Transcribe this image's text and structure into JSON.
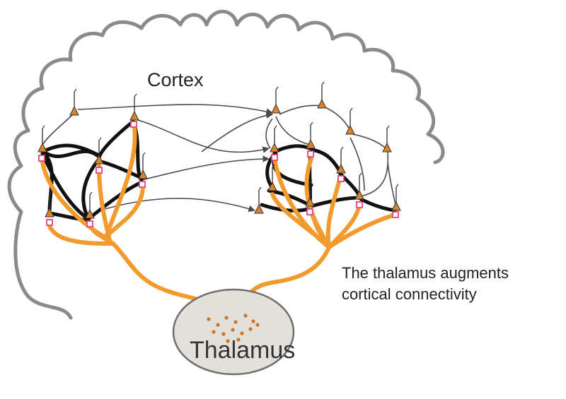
{
  "labels": {
    "cortex": "Cortex",
    "thalamus": "Thalamus",
    "annotation_line1": "The thalamus augments",
    "annotation_line2": "cortical connectivity"
  },
  "colors": {
    "cortex_outline": "#8a8a8a",
    "thalamic_projection": "#f29a2e",
    "local_connection": "#111111",
    "long_range_connection": "#4a4a4a",
    "neuron_fill": "#d9822b",
    "terminal": "#e0457b",
    "thalamus_fill": "#e2e0d8",
    "thalamus_stroke": "#6e6e6e",
    "thalamic_nucleus": "#c8782a"
  },
  "icons": {
    "neuron": "pyramidal-neuron-icon",
    "terminal": "synaptic-terminal-icon"
  }
}
